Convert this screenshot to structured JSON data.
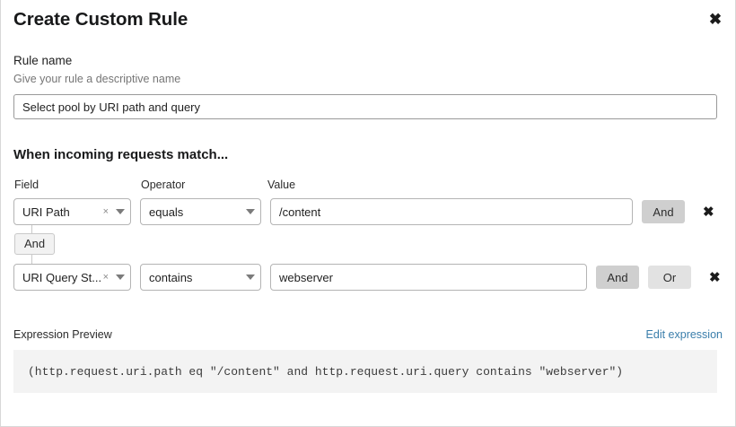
{
  "dialog": {
    "title": "Create Custom Rule",
    "close_icon": "close-icon"
  },
  "rule_name": {
    "label": "Rule name",
    "help": "Give your rule a descriptive name",
    "value": "Select pool by URI path and query",
    "placeholder": ""
  },
  "conditions": {
    "heading": "When incoming requests match...",
    "columns": {
      "field": "Field",
      "operator": "Operator",
      "value": "Value"
    },
    "connector": {
      "label": "And"
    },
    "rows": [
      {
        "field": "URI Path",
        "field_clear_icon": "×",
        "operator": "equals",
        "value": "/content",
        "buttons": [
          "And"
        ],
        "remove_icon": "✖"
      },
      {
        "field": "URI Query St...",
        "field_clear_icon": "×",
        "operator": "contains",
        "value": "webserver",
        "buttons": [
          "And",
          "Or"
        ],
        "remove_icon": "✖"
      }
    ]
  },
  "expression": {
    "title": "Expression Preview",
    "edit_link": "Edit expression",
    "code": "(http.request.uri.path eq \"/content\" and http.request.uri.query contains \"webserver\")"
  },
  "colors": {
    "link": "#3a7eab",
    "and_button": "#cfcfcf",
    "or_button": "#e2e2e2",
    "code_bg": "#f3f3f3"
  }
}
